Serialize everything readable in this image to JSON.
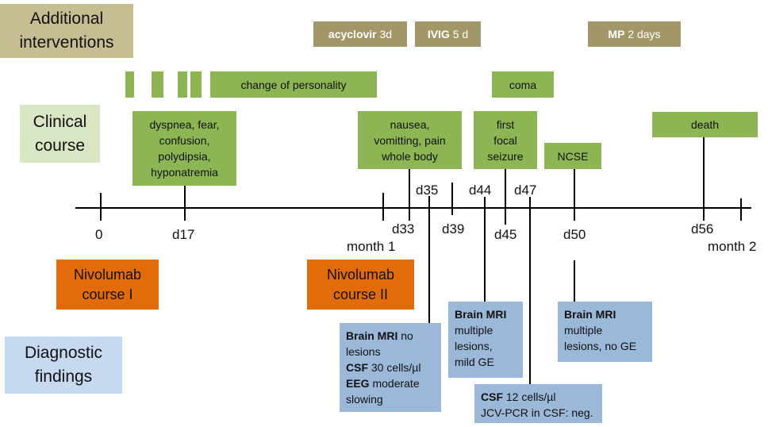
{
  "categories": {
    "interventions": [
      "Additional",
      "interventions"
    ],
    "clinical": [
      "Clinical",
      "course"
    ],
    "diagnostic": [
      "Diagnostic",
      "findings"
    ]
  },
  "interventions": [
    {
      "bold": "acyclovir",
      "rest": " 3d"
    },
    {
      "bold": "IVIG",
      "rest": " 5 d"
    },
    {
      "bold": "MP",
      "rest": " 2 days"
    }
  ],
  "clinical": {
    "personality": "change of personality",
    "coma": "coma",
    "dyspnea": [
      "dyspnea, fear,",
      "confusion,",
      "polydipsia,",
      "hyponatremia"
    ],
    "nausea": [
      "nausea,",
      "vomitting, pain",
      "whole body"
    ],
    "seizure": [
      "first",
      "focal",
      "seizure"
    ],
    "ncse": "NCSE",
    "death": "death"
  },
  "timeline": {
    "below": [
      "0",
      "d17",
      "month 1",
      "d33",
      "d39",
      "d45",
      "d50",
      "d56",
      "month 2"
    ],
    "above": [
      "d35",
      "d44",
      "d47"
    ]
  },
  "nivolumab": {
    "course1": [
      "Nivolumab",
      "course I"
    ],
    "course2": [
      "Nivolumab",
      "course II"
    ]
  },
  "diagnostics": {
    "d35": [
      {
        "bold": "Brain MRI",
        "rest": " no"
      },
      {
        "bold": "",
        "rest": "lesions"
      },
      {
        "bold": "CSF",
        "rest": " 30 cells/µl"
      },
      {
        "bold": "EEG",
        "rest": " moderate"
      },
      {
        "bold": "",
        "rest": "slowing"
      }
    ],
    "d44": [
      {
        "bold": "Brain MRI",
        "rest": ""
      },
      {
        "bold": "",
        "rest": "multiple"
      },
      {
        "bold": "",
        "rest": "lesions,"
      },
      {
        "bold": "",
        "rest": "mild GE"
      }
    ],
    "d47": [
      {
        "bold": "CSF",
        "rest": " 12 cells/µl"
      },
      {
        "bold": "",
        "rest": "JCV-PCR in CSF: neg."
      }
    ],
    "d50": [
      {
        "bold": "Brain MRI",
        "rest": ""
      },
      {
        "bold": "",
        "rest": "multiple"
      },
      {
        "bold": "",
        "rest": "lesions, no GE"
      }
    ]
  },
  "colors": {
    "interventions_label": "#c6bd93",
    "intervention_box": "#a29769",
    "clinical_label": "#d8e6c3",
    "clinical_box": "#8db554",
    "nivolumab": "#e36c0a",
    "diagnostic_label": "#c6d9f0",
    "diagnostic_box": "#9bb8d9"
  }
}
